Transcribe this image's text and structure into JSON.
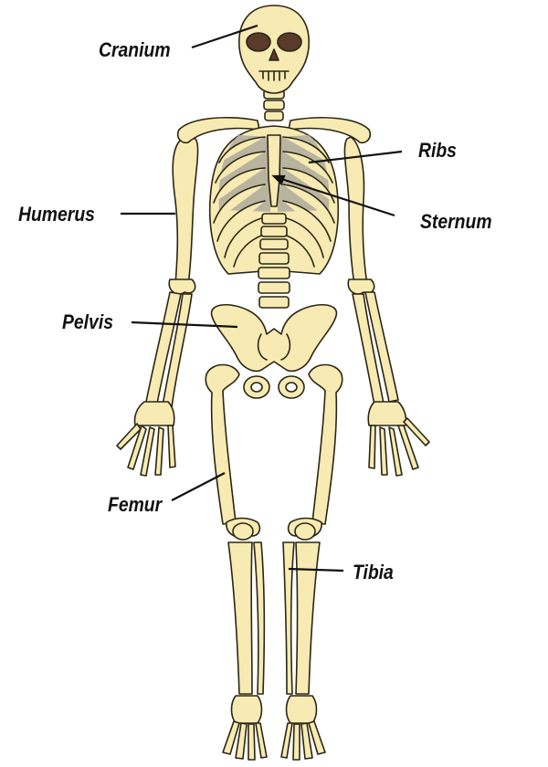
{
  "labels": {
    "cranium": "Cranium",
    "ribs": "Ribs",
    "humerus": "Humerus",
    "sternum": "Sternum",
    "pelvis": "Pelvis",
    "femur": "Femur",
    "tibia": "Tibia"
  },
  "colors": {
    "bone": "#f7eab2",
    "outline": "#2a2615",
    "shadow": "#b9b49f",
    "eye": "#5a3a28",
    "leader": "#111111"
  }
}
